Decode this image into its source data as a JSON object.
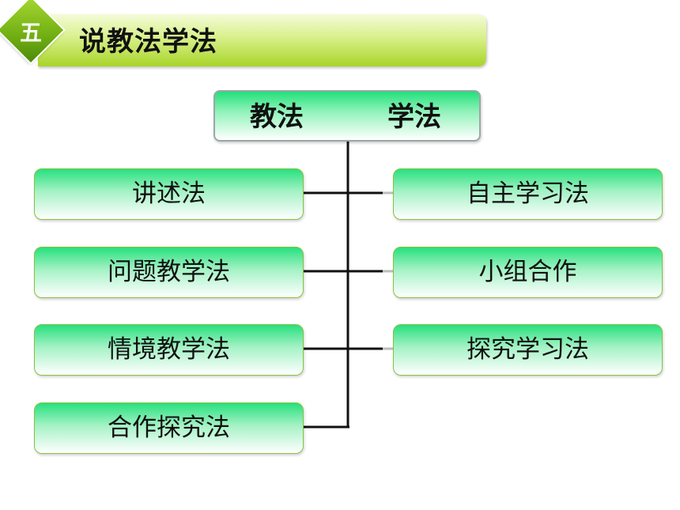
{
  "header": {
    "badge": "五",
    "title": "说教法学法"
  },
  "top_node": {
    "left_label": "教法",
    "right_label": "学法"
  },
  "teaching_methods": [
    "讲述法",
    "问题教学法",
    "情境教学法",
    "合作探究法"
  ],
  "learning_methods": [
    "自主学习法",
    "小组合作",
    "探究学习法"
  ],
  "colors": {
    "banner": "#c8e86a",
    "badge": "#7ab81a",
    "node_green": "#27e07e",
    "line": "#111111"
  }
}
